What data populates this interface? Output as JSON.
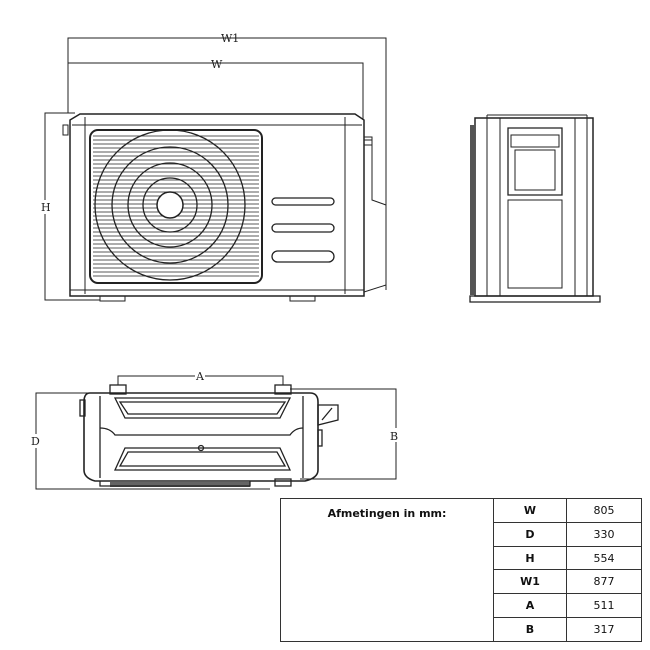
{
  "labels": {
    "w1": "W1",
    "w": "W",
    "h": "H",
    "a": "A",
    "d": "D",
    "b": "B"
  },
  "table": {
    "title": "Afmetingen in mm:",
    "rows": [
      {
        "key": "W",
        "value": "805"
      },
      {
        "key": "D",
        "value": "330"
      },
      {
        "key": "H",
        "value": "554"
      },
      {
        "key": "W1",
        "value": "877"
      },
      {
        "key": "A",
        "value": "511"
      },
      {
        "key": "B",
        "value": "317"
      }
    ]
  }
}
